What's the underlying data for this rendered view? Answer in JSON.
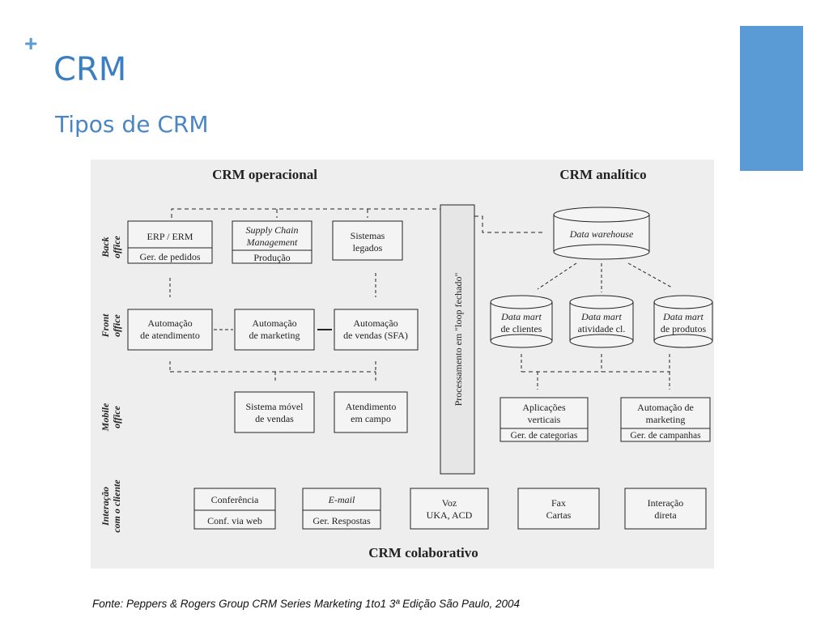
{
  "slide": {
    "plus": "+",
    "title": "CRM",
    "subtitle": "Tipos de CRM",
    "accent_color": "#5b9bd5",
    "source": "Fonte: Peppers & Rogers Group CRM Series Marketing 1to1 3ª Edição São Paulo, 2004"
  },
  "diagram": {
    "headers": {
      "operacional": "CRM operacional",
      "analitico": "CRM analítico",
      "colaborativo": "CRM colaborativo"
    },
    "row_labels": {
      "back_office": [
        "Back",
        "office"
      ],
      "front_office": [
        "Front",
        "office"
      ],
      "mobile_office": [
        "Mobile",
        "office"
      ],
      "interacao": [
        "Interação",
        "com o cliente"
      ]
    },
    "loop_bar": "Processamento em \"loop fechado\"",
    "boxes": {
      "erp": {
        "top": "ERP / ERM",
        "bottom": "Ger. de pedidos"
      },
      "scm": {
        "top": [
          "Supply Chain",
          "Management"
        ],
        "bottom": "Produção"
      },
      "legados": [
        "Sistemas",
        "legados"
      ],
      "atendimento": [
        "Automação",
        "de atendimento"
      ],
      "marketing": [
        "Automação",
        "de marketing"
      ],
      "vendas": [
        "Automação",
        "de vendas (SFA)"
      ],
      "sistema_movel": [
        "Sistema móvel",
        "de vendas"
      ],
      "campo": [
        "Atendimento",
        "em campo"
      ],
      "conferencia": {
        "top": "Conferência",
        "bottom": "Conf. via web"
      },
      "email": {
        "top": "E-mail",
        "bottom": "Ger. Respostas"
      },
      "voz": [
        "Voz",
        "UKA, ACD"
      ],
      "fax": [
        "Fax",
        "Cartas"
      ],
      "direta": [
        "Interação",
        "direta"
      ],
      "aplicacoes": {
        "top": [
          "Aplicações",
          "verticais"
        ],
        "bottom": "Ger. de categorias"
      },
      "auto_marketing": {
        "top": [
          "Automação de",
          "marketing"
        ],
        "bottom": "Ger. de campanhas"
      }
    },
    "cylinders": {
      "warehouse": [
        "Data warehouse"
      ],
      "clientes": [
        "Data mart",
        "de clientes"
      ],
      "atividade": [
        "Data mart",
        "atividade cl."
      ],
      "produtos": [
        "Data mart",
        "de produtos"
      ]
    }
  }
}
